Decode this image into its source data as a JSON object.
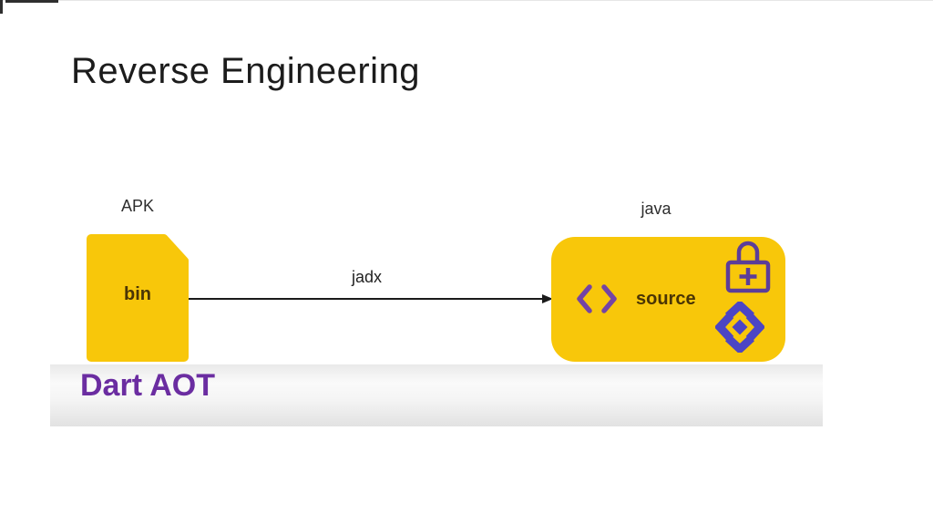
{
  "slide": {
    "title": "Reverse Engineering",
    "diagram": {
      "source_node": {
        "label": "APK",
        "text": "bin",
        "caption": "Dart AOT"
      },
      "arrow": {
        "label": "jadx"
      },
      "target_node": {
        "label": "java",
        "text": "source",
        "icons": [
          "code-brackets-icon",
          "lock-plus-icon",
          "move-arrows-icon"
        ]
      }
    },
    "colors": {
      "shape_yellow": "#f8c70a",
      "shape_text": "#4a3505",
      "icon_purple": "#7444a4",
      "lock_purple": "#5c3d99",
      "move_indigo": "#4c45c4",
      "caption_purple": "#6b2da1"
    }
  }
}
